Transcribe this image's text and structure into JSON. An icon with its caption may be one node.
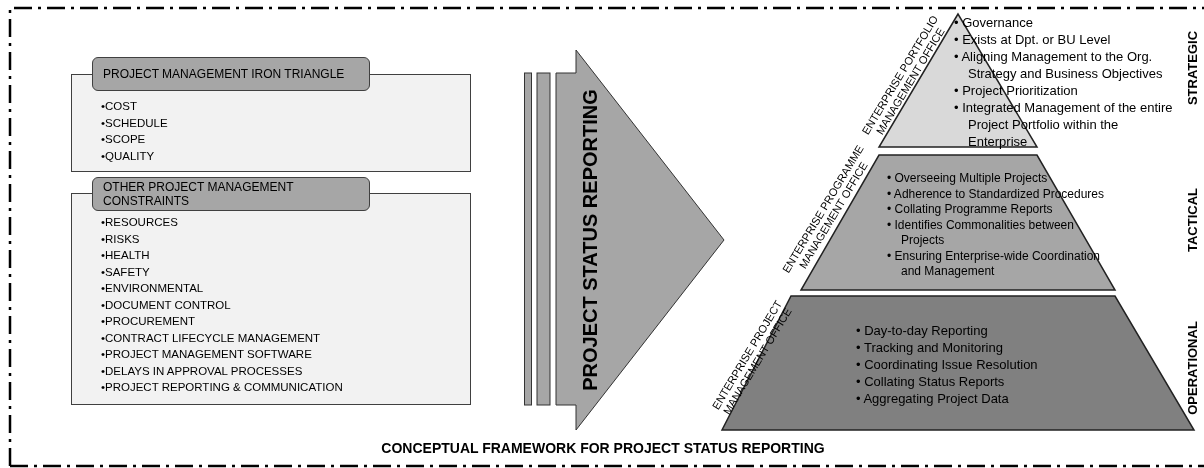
{
  "diagram": {
    "caption": "CONCEPTUAL FRAMEWORK FOR PROJECT STATUS REPORTING",
    "nodes": [
      {
        "text": [
          "PROJECT MANAGEMENT IRON TRIANGLE",
          "•COST",
          "•SCHEDULE",
          "•SCOPE",
          "•QUALITY"
        ]
      },
      {
        "text": [
          "OTHER PROJECT MANAGEMENT CONSTRAINTS",
          "•RESOURCES",
          "•RISKS",
          "•HEALTH",
          "•SAFETY",
          "•ENVIRONMENTAL",
          "•DOCUMENT CONTROL",
          "•PROCUREMENT",
          "•CONTRACT LIFECYCLE MANAGEMENT",
          "•PROJECT MANAGEMENT SOFTWARE",
          "•DELAYS IN APPROVAL PROCESSES",
          "•PROJECT REPORTING & COMMUNICATION"
        ]
      },
      {
        "text": [
          "PROJECT STATUS REPORTING"
        ]
      },
      {
        "text": [
          "• Governance",
          "• Exists at Dpt. or BU Level",
          "• Aligning Management to the Org. Strategy and Business Objectives",
          "• Project Prioritization",
          "• Integrated Management of the entire Project Portfolio within the Enterprise"
        ],
        "beside": [
          "ENTERPRISE PORTFOLIO MANAGEMENT OFFICE"
        ]
      },
      {
        "text": [
          "• Overseeing Multiple Projects",
          "• Adherence to Standardized Procedures",
          "• Collating Programme Reports",
          "• Identifies Commonalities between Projects",
          "• Ensuring Enterprise-wide Coordination and Management"
        ],
        "beside": [
          "ENTERPRISE PROGRAMME MANAGEMENT OFFICE"
        ]
      },
      {
        "text": [
          "• Day-to-day Reporting",
          "• Tracking and Monitoring",
          "• Coordinating Issue Resolution",
          "• Collating Status Reports",
          "• Aggregating Project Data"
        ],
        "beside": [
          "ENTERPRISE PROJECT MANAGEMENT OFFICE"
        ]
      }
    ],
    "labels": [
      "STRATEGIC",
      "TACTICAL",
      "OPERATIONAL"
    ]
  }
}
